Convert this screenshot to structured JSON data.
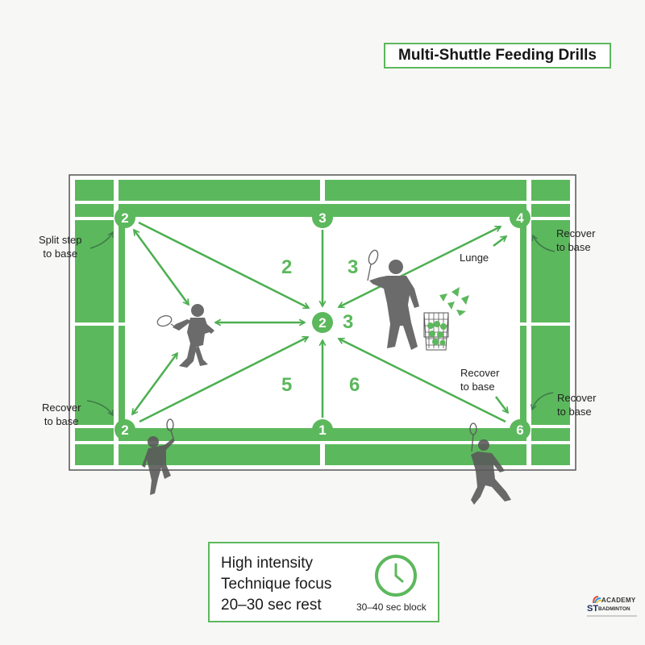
{
  "title": "Multi-Shuttle Feeding Drills",
  "colors": {
    "court_green": "#5cb85c",
    "line_white": "#ffffff",
    "arrow_green": "#4caf50",
    "player_gray": "#6b6b6b",
    "annotation_arrow": "#3e7a49",
    "background": "#f7f7f6"
  },
  "court": {
    "positions": [
      {
        "id": "rear-left",
        "number": "2"
      },
      {
        "id": "rear-center",
        "number": "3"
      },
      {
        "id": "rear-right",
        "number": "4"
      },
      {
        "id": "center-base",
        "number": "2"
      },
      {
        "id": "front-left",
        "number": "2"
      },
      {
        "id": "front-center",
        "number": "1"
      },
      {
        "id": "front-right",
        "number": "6"
      }
    ],
    "zone_numbers": [
      {
        "id": "zone-upper-left",
        "value": "2"
      },
      {
        "id": "zone-upper-right",
        "value": "3"
      },
      {
        "id": "zone-center-right",
        "value": "3"
      },
      {
        "id": "zone-lower-left",
        "value": "5"
      },
      {
        "id": "zone-lower-right",
        "value": "6"
      }
    ]
  },
  "annotations": {
    "split_step": "Split step\nto base",
    "split_step_l1": "Split step",
    "split_step_l2": "to base",
    "recover_top_right_l1": "Recover",
    "recover_top_right_l2": "to base",
    "recover_bottom_left_l1": "Recover",
    "recover_bottom_left_l2": "to base",
    "recover_inner_right_l1": "Recover",
    "recover_inner_right_l2": "to base",
    "recover_bottom_right_l1": "Recover",
    "recover_bottom_right_l2": "to base",
    "lunge": "Lunge"
  },
  "info": {
    "line1": "High intensity",
    "line2": "Technique focus",
    "line3": "20–30 sec rest",
    "clock_caption": "30–40 sec block",
    "icon": "clock-icon"
  },
  "logo": {
    "academy": "ACADEMY",
    "st": "ST",
    "badminton": "BADMINTON"
  }
}
